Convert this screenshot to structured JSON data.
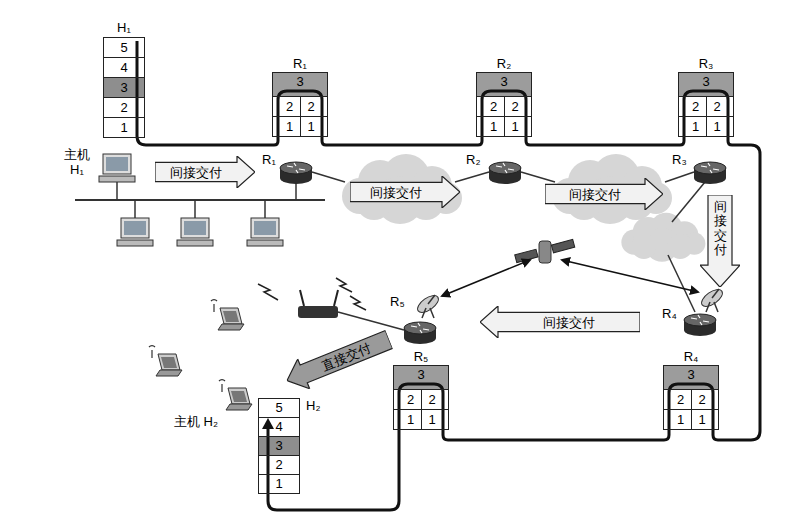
{
  "diagram": {
    "nodes": [
      {
        "text": [
          "H₁"
        ]
      },
      {
        "text": [
          "5"
        ],
        "in": 0
      },
      {
        "text": [
          "4"
        ],
        "in": 0
      },
      {
        "text": [
          "3"
        ],
        "in": 0
      },
      {
        "text": [
          "2"
        ],
        "in": 0
      },
      {
        "text": [
          "1"
        ],
        "in": 0
      },
      {
        "text": [
          "R₁"
        ]
      },
      {
        "text": [
          "3"
        ],
        "in": 6
      },
      {
        "text": [
          "2"
        ],
        "in": 6
      },
      {
        "text": [
          "2"
        ],
        "in": 6
      },
      {
        "text": [
          "1"
        ],
        "in": 6
      },
      {
        "text": [
          "1"
        ],
        "in": 6
      },
      {
        "text": [
          "R₂"
        ]
      },
      {
        "text": [
          "3"
        ],
        "in": 12
      },
      {
        "text": [
          "2"
        ],
        "in": 12
      },
      {
        "text": [
          "2"
        ],
        "in": 12
      },
      {
        "text": [
          "1"
        ],
        "in": 12
      },
      {
        "text": [
          "1"
        ],
        "in": 12
      },
      {
        "text": [
          "R₃"
        ]
      },
      {
        "text": [
          "3"
        ],
        "in": 18
      },
      {
        "text": [
          "2"
        ],
        "in": 18
      },
      {
        "text": [
          "2"
        ],
        "in": 18
      },
      {
        "text": [
          "1"
        ],
        "in": 18
      },
      {
        "text": [
          "1"
        ],
        "in": 18
      },
      {
        "text": [
          "间接交付"
        ]
      },
      {
        "text": [
          "间接交付"
        ]
      },
      {
        "text": [
          "间接交付"
        ]
      },
      {
        "text": [
          "间接交付"
        ]
      },
      {
        "text": [
          "间接交付"
        ]
      },
      {
        "text": [
          "直接交付"
        ]
      },
      {
        "text": [
          "H₂"
        ]
      },
      {
        "text": [
          "5"
        ],
        "in": 30
      },
      {
        "text": [
          "4"
        ],
        "in": 30
      },
      {
        "text": [
          "3"
        ],
        "in": 30
      },
      {
        "text": [
          "2"
        ],
        "in": 30
      },
      {
        "text": [
          "1"
        ],
        "in": 30
      },
      {
        "text": [
          "R₅"
        ]
      },
      {
        "text": [
          "3"
        ],
        "in": 36
      },
      {
        "text": [
          "2"
        ],
        "in": 36
      },
      {
        "text": [
          "2"
        ],
        "in": 36
      },
      {
        "text": [
          "1"
        ],
        "in": 36
      },
      {
        "text": [
          "1"
        ],
        "in": 36
      },
      {
        "text": [
          "R₄"
        ]
      },
      {
        "text": [
          "3"
        ],
        "in": 42
      },
      {
        "text": [
          "2"
        ],
        "in": 42
      },
      {
        "text": [
          "2"
        ],
        "in": 42
      },
      {
        "text": [
          "1"
        ],
        "in": 42
      },
      {
        "text": [
          "1"
        ],
        "in": 42
      }
    ],
    "edges": [
      {
        "from": 1,
        "to": 6,
        "arrow": "none"
      },
      {
        "from": 6,
        "to": 12,
        "arrow": "none"
      },
      {
        "from": 12,
        "to": 18,
        "arrow": "none"
      },
      {
        "from": 18,
        "to": 42,
        "arrow": "none"
      },
      {
        "from": 42,
        "to": 36,
        "arrow": "none"
      },
      {
        "from": 36,
        "to": 31,
        "arrow": "to"
      }
    ],
    "labels": [
      "主机 H₁",
      "R₁",
      "R₂",
      "R₃",
      "R₄",
      "R₅",
      "主机 H₂"
    ]
  }
}
